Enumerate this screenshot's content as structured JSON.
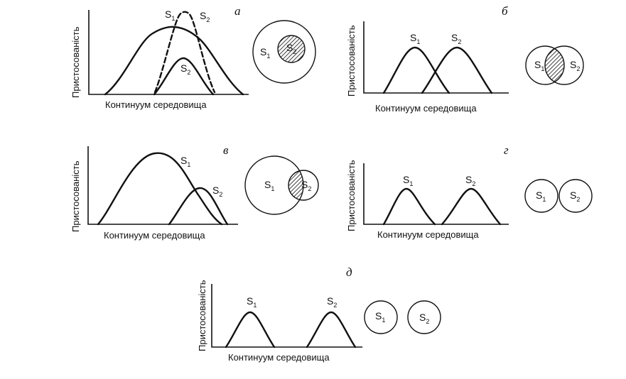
{
  "xlabel": "Континуум середовища",
  "ylabel": "Пристосованість",
  "species": {
    "s1": {
      "letter": "S",
      "index": "1"
    },
    "s2": {
      "letter": "S",
      "index": "2"
    }
  },
  "panels": [
    {
      "id": "a",
      "letter": "а"
    },
    {
      "id": "b",
      "letter": "б"
    },
    {
      "id": "v",
      "letter": "в"
    },
    {
      "id": "g",
      "letter": "г"
    },
    {
      "id": "d",
      "letter": "д"
    }
  ],
  "colors": {
    "ink": "#111111",
    "background": "#ffffff"
  }
}
